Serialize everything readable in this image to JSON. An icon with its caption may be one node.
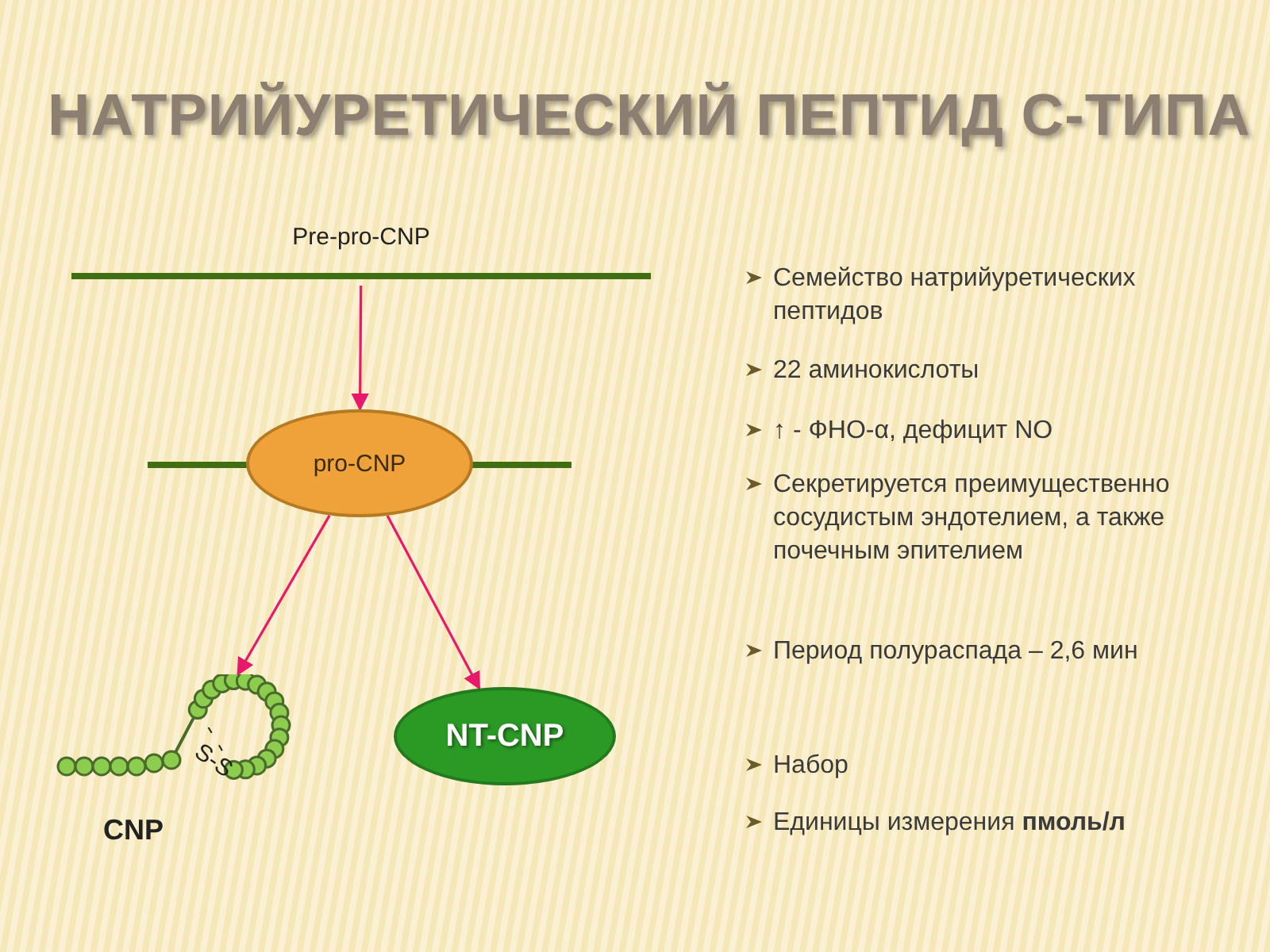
{
  "diagram": {
    "title": "НАТРИЙУРЕТИЧЕСКИЙ ПЕПТИД С-ТИПА",
    "nodes": [
      {
        "text": [
          "Pre-pro-CNP"
        ]
      },
      {
        "text": [
          "pro-CNP"
        ]
      },
      {
        "text": [
          "S-S",
          "CNP"
        ]
      },
      {
        "text": [
          "NT-CNP"
        ]
      }
    ],
    "edges": [
      {
        "from": 0,
        "to": 1,
        "arrow": "to"
      },
      {
        "from": 1,
        "to": 2,
        "arrow": "to"
      },
      {
        "from": 1,
        "to": 3,
        "arrow": "to"
      }
    ],
    "labels": [
      "Семейство натрийуретических пептидов",
      "22 аминокислоты",
      "↑ - ФНО-α, дефицит NO",
      "Секретируется преимущественно сосудистым эндотелием, а также почечным эпителием",
      "Период полураспада – 2,6 мин",
      "Набор",
      "Единицы измерения **пмоль/л**"
    ]
  }
}
